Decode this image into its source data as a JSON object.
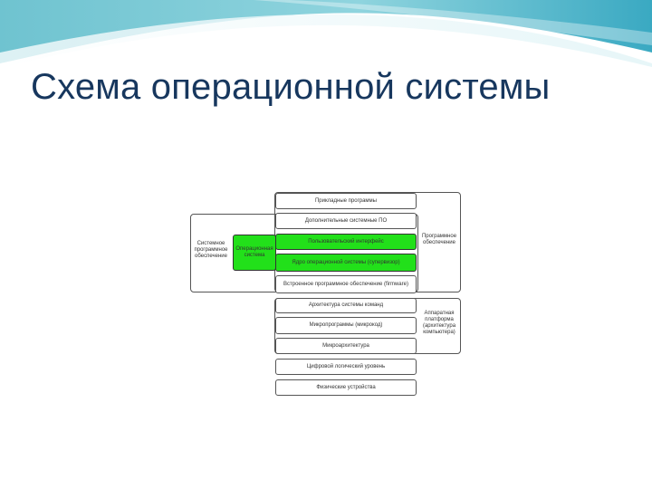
{
  "slide": {
    "title": "Схема операционной системы"
  },
  "diagram": {
    "application_programs": "Прикладные программы",
    "additional_software": "Дополнительные системные ПО",
    "user_interface": "Пользовательский интерфейс",
    "os_kernel": "Ядро операционной системы (супервизор)",
    "os_label": "Операционная система",
    "embedded_software": "Встроенное программное обеспечение (firmware)",
    "isa": "Архитектура системы команд",
    "microprograms": "Микропрограммы (микрокод)",
    "microarchitecture": "Микроархитектура",
    "digital_logic": "Цифровой логический уровень",
    "physical_devices": "Физические устройства",
    "system_software_label": "Системное программное обеспечение",
    "software_label": "Программное обеспечение",
    "hardware_label": "Аппаратная платформа (архитектура компьютера)"
  },
  "colors": {
    "title": "#17375e",
    "highlight": "#22e01a"
  }
}
